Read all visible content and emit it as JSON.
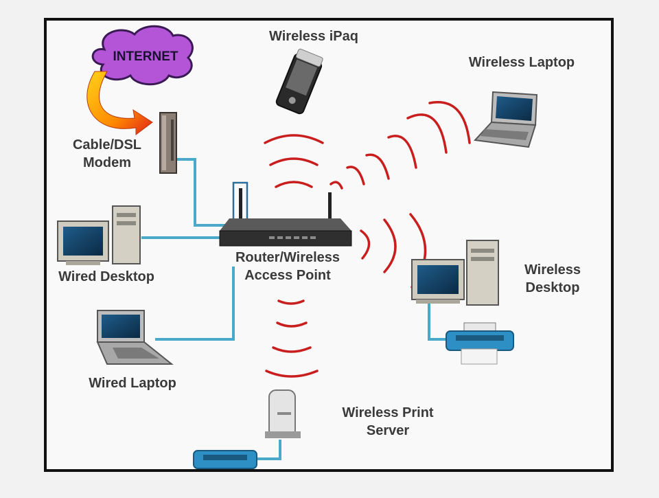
{
  "labels": {
    "internet": "INTERNET",
    "wireless_ipaq": "Wireless iPaq",
    "wireless_laptop": "Wireless Laptop",
    "modem_line1": "Cable/DSL",
    "modem_line2": "Modem",
    "wired_desktop": "Wired Desktop",
    "router_line1": "Router/Wireless",
    "router_line2": "Access Point",
    "wireless_desktop_line1": "Wireless",
    "wireless_desktop_line2": "Desktop",
    "wired_laptop": "Wired Laptop",
    "print_server_line1": "Wireless Print",
    "print_server_line2": "Server"
  },
  "colors": {
    "frame": "#111111",
    "cable": "#4aa8c8",
    "wireless_wave": "#c81e1e",
    "cloud": "#b455d8",
    "printer": "#2e8fc4",
    "label": "#3a3a3a"
  },
  "icons": {
    "cloud": "internet-cloud-icon",
    "modem": "modem-icon",
    "router": "router-icon",
    "pda": "pda-icon",
    "laptop": "laptop-icon",
    "desktop": "desktop-computer-icon",
    "printer": "printer-icon",
    "print_server": "print-server-icon"
  }
}
